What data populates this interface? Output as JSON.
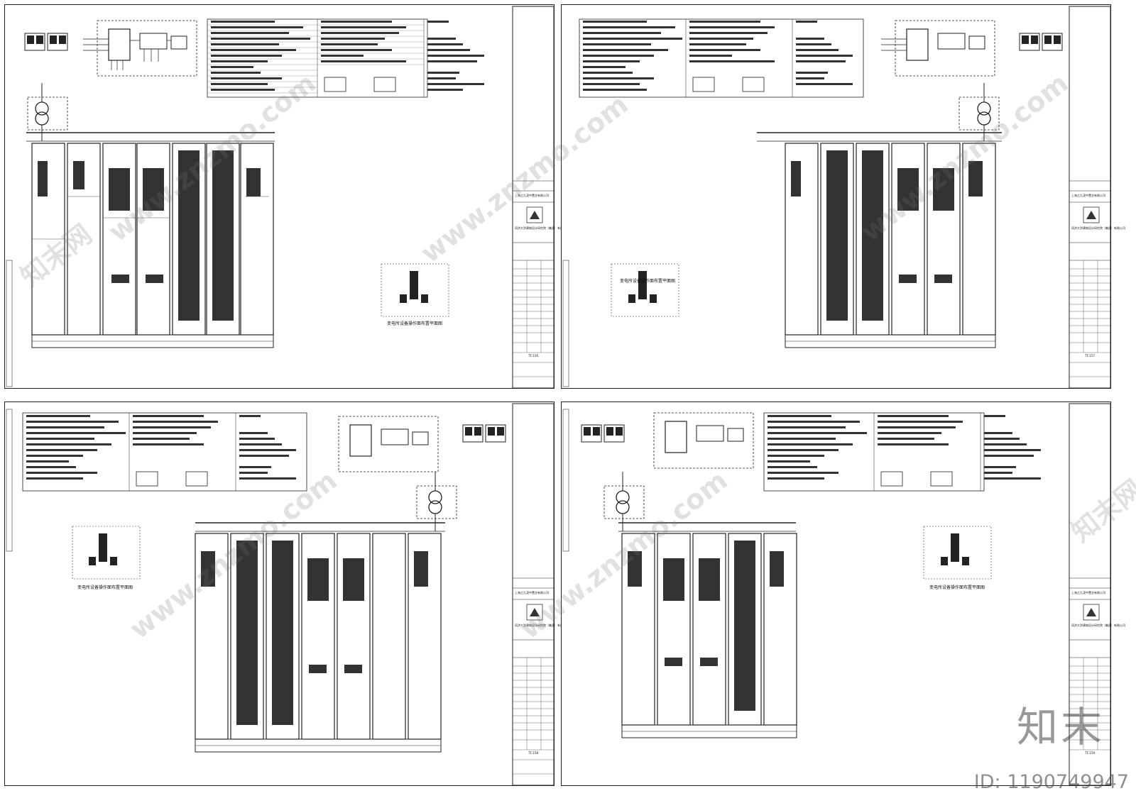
{
  "sheets": [
    {
      "id": "sheet-1",
      "caption": "变电所设备操作面布置平面图",
      "company": "上海之九茂中置业有限公司",
      "designer": "同济大学建筑设计研究院（集团）有限公司",
      "fig_no": "T1-156"
    },
    {
      "id": "sheet-2",
      "caption": "变电所设备操作面布置平面图",
      "company": "上海之九茂中置业有限公司",
      "designer": "同济大学建筑设计研究院（集团）有限公司",
      "fig_no": "T1-157"
    },
    {
      "id": "sheet-3",
      "caption": "变电所设备操作面布置平面图",
      "company": "上海之九茂中置业有限公司",
      "designer": "同济大学建筑设计研究院（集团）有限公司",
      "fig_no": "T1-158"
    },
    {
      "id": "sheet-4",
      "caption": "变电所设备操作面布置平面图",
      "company": "上海之九茂中置业有限公司",
      "designer": "同济大学建筑设计研究院（集团）有限公司",
      "fig_no": "T1-159"
    }
  ],
  "watermark": {
    "site": "www.znzmo.com",
    "brand_cn": "知末网",
    "brand_logo": "知末",
    "id_label": "ID: 1190749947"
  }
}
